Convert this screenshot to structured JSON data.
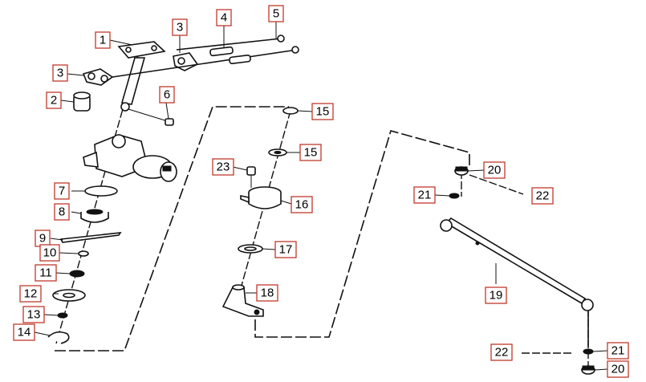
{
  "callouts": {
    "c1": "1",
    "c2": "2",
    "c3a": "3",
    "c3b": "3",
    "c4": "4",
    "c5": "5",
    "c6": "6",
    "c7": "7",
    "c8": "8",
    "c9": "9",
    "c10": "10",
    "c11": "11",
    "c12": "12",
    "c13": "13",
    "c14": "14",
    "c15a": "15",
    "c15b": "15",
    "c16": "16",
    "c17": "17",
    "c18": "18",
    "c19": "19",
    "c20a": "20",
    "c20b": "20",
    "c21a": "21",
    "c21b": "21",
    "c22a": "22",
    "c22b": "22",
    "c23": "23"
  }
}
